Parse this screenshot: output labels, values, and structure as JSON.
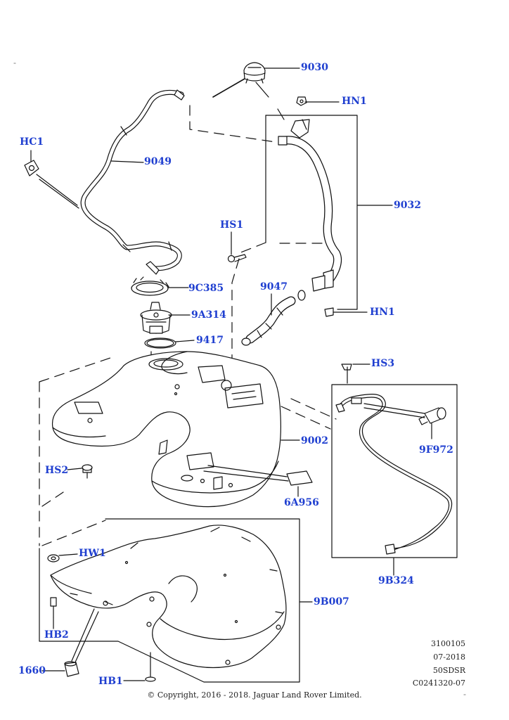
{
  "callouts": {
    "c9030": "9030",
    "hn1_top": "HN1",
    "hc1": "HC1",
    "c9049": "9049",
    "c9032": "9032",
    "hs1": "HS1",
    "c9047": "9047",
    "hn1_bottom": "HN1",
    "c9c385": "9C385",
    "c9a314": "9A314",
    "c9417": "9417",
    "hs3": "HS3",
    "c9f972": "9F972",
    "c9002": "9002",
    "hs2": "HS2",
    "c6a956": "6A956",
    "hw1": "HW1",
    "c9b324": "9B324",
    "c9b007": "9B007",
    "hb2": "HB2",
    "c1660": "1660",
    "hb1": "HB1"
  },
  "meta": {
    "line1": "3100105",
    "line2": "07-2018",
    "line3": "50SDSR",
    "line4": "C0241320-07"
  },
  "copyright": "© Copyright, 2016 - 2018. Jaguar Land Rover Limited.",
  "colors": {
    "callout": "#1f3fd0",
    "linework": "#111111",
    "background": "#ffffff"
  }
}
